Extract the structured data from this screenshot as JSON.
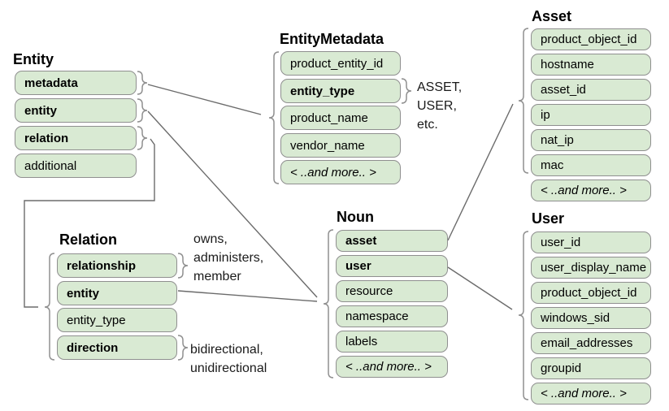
{
  "colors": {
    "field_fill": "#d9ead3",
    "field_border": "#8f8f8f",
    "connector": "#6b6b6b"
  },
  "tables": {
    "entity": {
      "title": "Entity",
      "fields": [
        "metadata",
        "entity",
        "relation",
        "additional"
      ]
    },
    "entity_metadata": {
      "title": "EntityMetadata",
      "fields": [
        "product_entity_id",
        "entity_type",
        "product_name",
        "vendor_name",
        "< ..and more.. >"
      ]
    },
    "asset": {
      "title": "Asset",
      "fields": [
        "product_object_id",
        "hostname",
        "asset_id",
        "ip",
        "nat_ip",
        "mac",
        "< ..and more.. >"
      ]
    },
    "user": {
      "title": "User",
      "fields": [
        "user_id",
        "user_display_name",
        "product_object_id",
        "windows_sid",
        "email_addresses",
        "groupid",
        "< ..and more.. >"
      ]
    },
    "noun": {
      "title": "Noun",
      "fields": [
        "asset",
        "user",
        "resource",
        "namespace",
        "labels",
        "< ..and more.. >"
      ]
    },
    "relation": {
      "title": "Relation",
      "fields": [
        "relationship",
        "entity",
        "entity_type",
        "direction"
      ]
    }
  },
  "annotations": {
    "entity_type_values": "ASSET,\nUSER,\netc.",
    "relationship_values": "owns,\nadministers,\nmember",
    "direction_values": "bidirectional,\nunidirectional"
  }
}
